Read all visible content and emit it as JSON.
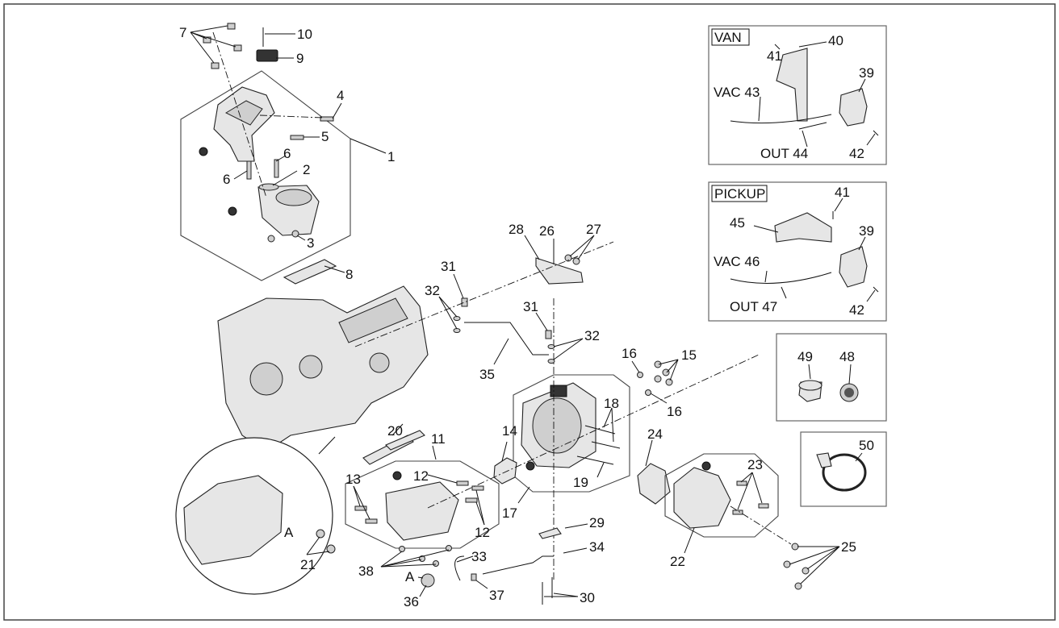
{
  "labels": {
    "n1": "1",
    "n2": "2",
    "n3": "3",
    "n4": "4",
    "n5": "5",
    "n6a": "6",
    "n6b": "6",
    "n7": "7",
    "n8": "8",
    "n9": "9",
    "n10": "10",
    "n11": "11",
    "n12a": "12",
    "n12b": "12",
    "n13": "13",
    "n14": "14",
    "n15": "15",
    "n16a": "16",
    "n16b": "16",
    "n17": "17",
    "n18": "18",
    "n19": "19",
    "n20": "20",
    "n21": "21",
    "n22": "22",
    "n23": "23",
    "n24": "24",
    "n25": "25",
    "n26": "26",
    "n27": "27",
    "n28": "28",
    "n29": "29",
    "n30": "30",
    "n31a": "31",
    "n31b": "31",
    "n32a": "32",
    "n32b": "32",
    "n33": "33",
    "n34": "34",
    "n35": "35",
    "n36": "36",
    "n37": "37",
    "n38": "38",
    "A_detail": "A",
    "A_pipe": "A"
  },
  "insets": {
    "van": {
      "header": "VAN",
      "n39": "39",
      "n40": "40",
      "n41": "41",
      "n42": "42",
      "vac43": "VAC 43",
      "out44": "OUT 44"
    },
    "pickup": {
      "header": "PICKUP",
      "n39": "39",
      "n41": "41",
      "n42": "42",
      "n45": "45",
      "vac46": "VAC 46",
      "out47": "OUT 47"
    },
    "n48": "48",
    "n49": "49",
    "n50": "50"
  },
  "icons": {
    "assembly_marker": "filled-circle"
  },
  "colors": {
    "line": "#111111",
    "part_fill": "#e6e6e6",
    "frame": "#444444"
  }
}
